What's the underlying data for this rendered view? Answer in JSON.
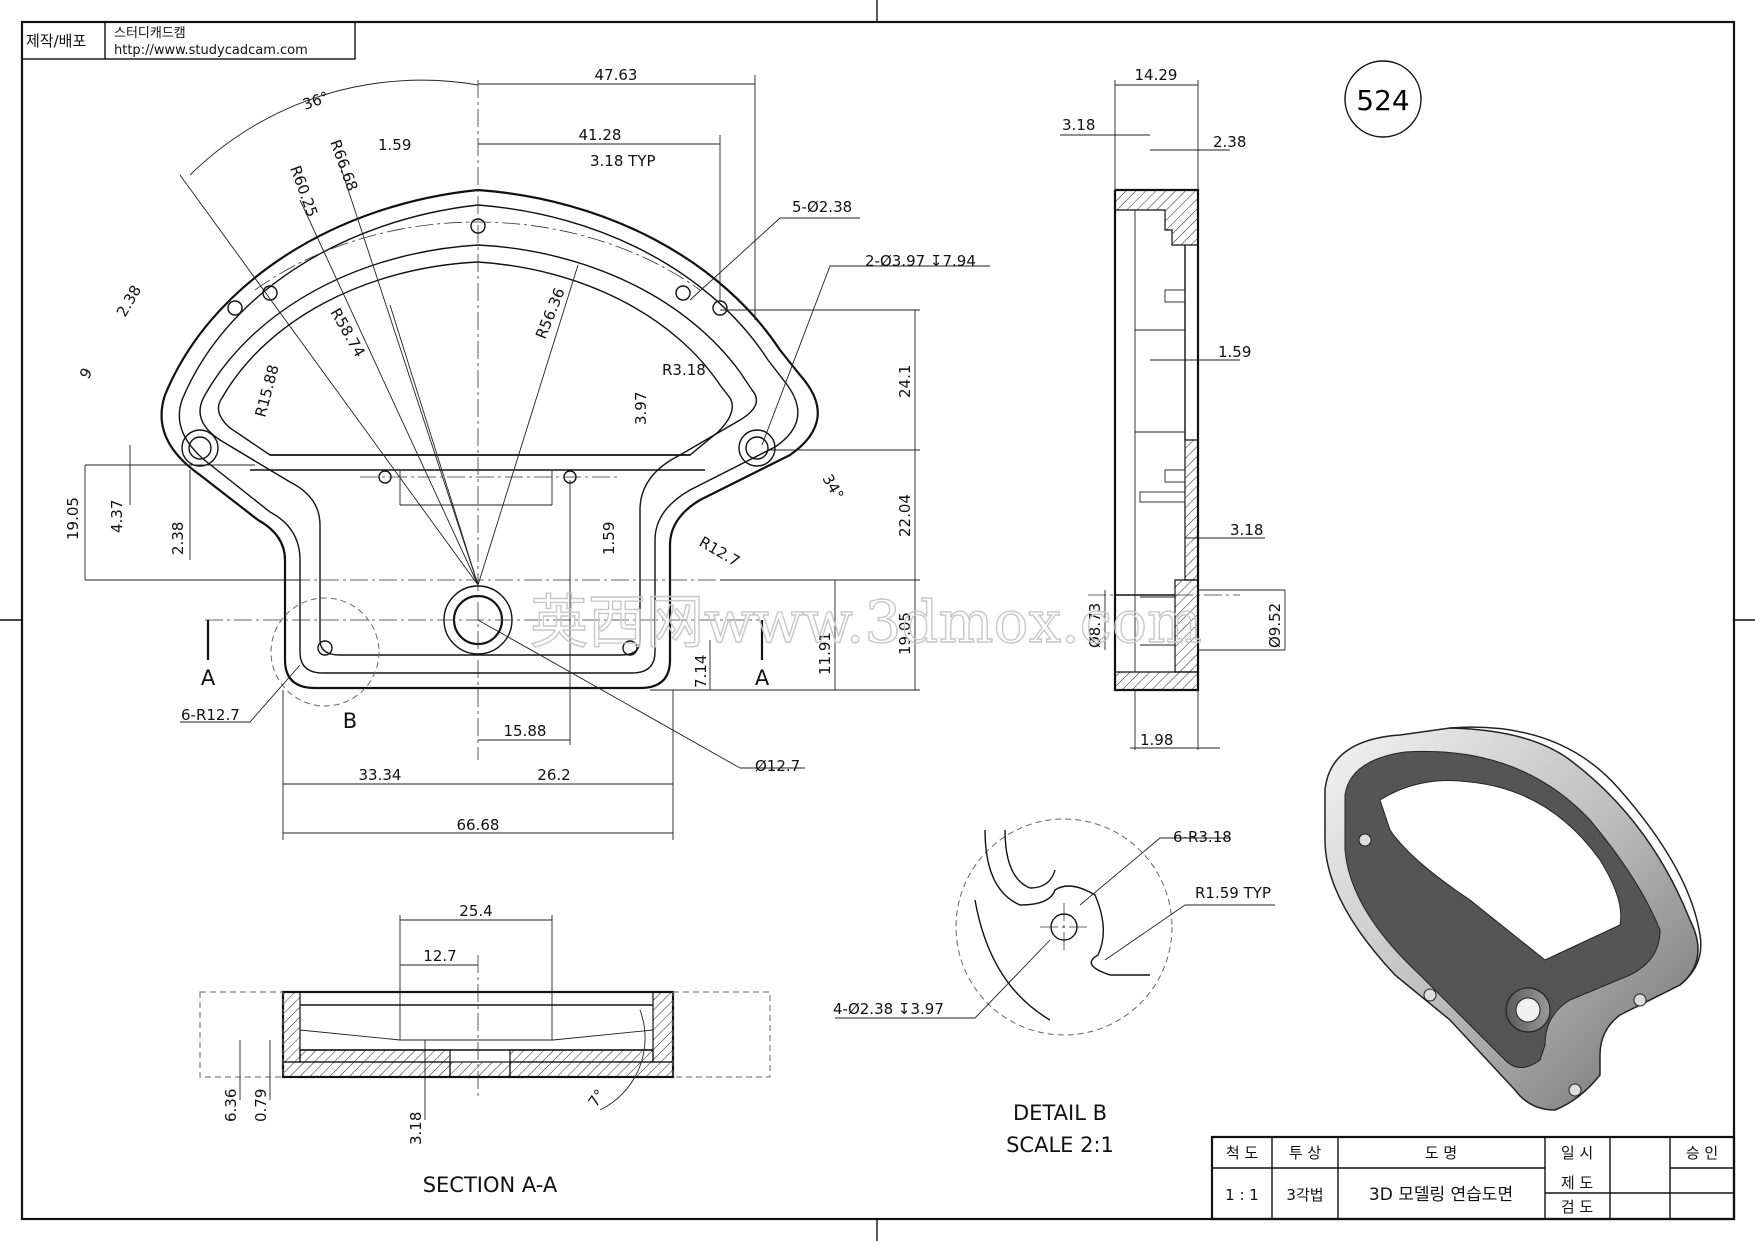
{
  "header": {
    "label": "제작/배포",
    "site_name": "스터디캐드캠",
    "url": "http://www.studycadcam.com"
  },
  "drawing_number": "524",
  "top_view": {
    "dims": {
      "d4763": "47.63",
      "d4128": "41.28",
      "d318typ": "3.18 TYP",
      "d159a": "1.59",
      "a36": "36°",
      "r6668": "R66.68",
      "r6025": "R60.25",
      "r5874": "R58.74",
      "r5636": "R56.36",
      "r1588": "R15.88",
      "r318": "R3.18",
      "r127": "R12.7",
      "d238a": "2.38",
      "d9": "9",
      "d1905a": "19.05",
      "d437": "4.37",
      "d238b": "2.38",
      "d397": "3.97",
      "d159b": "1.59",
      "n5d238": "5-Ø2.38",
      "n2d397": "2-Ø3.97 ↧7.94",
      "d241": "24.1",
      "d2204": "22.04",
      "a34": "34°",
      "d1905b": "19.05",
      "d1191": "11.91",
      "d714": "7.14",
      "n6r127": "6-R12.7",
      "d1588": "15.88",
      "d127": "Ø12.7",
      "d3334": "33.34",
      "d262": "26.2",
      "d6668": "66.68",
      "secA": "A",
      "secA2": "A",
      "detB": "B"
    }
  },
  "side_view": {
    "dims": {
      "d1429": "14.29",
      "d318a": "3.18",
      "d238": "2.38",
      "d159": "1.59",
      "d318b": "3.18",
      "d873": "Ø8.73",
      "d952": "Ø9.52",
      "d198": "1.98"
    }
  },
  "section_view": {
    "title": "SECTION A-A",
    "dims": {
      "d254": "25.4",
      "d127": "12.7",
      "d636": "6.36",
      "d079": "0.79",
      "d318": "3.18",
      "a7": "7°"
    }
  },
  "detail_view": {
    "title": "DETAIL B",
    "scale": "SCALE 2:1",
    "dims": {
      "n6r318": "6-R3.18",
      "r159typ": "R1.59 TYP",
      "n4d238": "4-Ø2.38 ↧3.97"
    }
  },
  "watermark": "英西网www.3dmox.com",
  "title_block": {
    "h_scale": "척 도",
    "h_proj": "투 상",
    "h_name": "도  명",
    "h_date": "일 시",
    "h_approve": "승 인",
    "scale": "1 : 1",
    "projection": "3각법",
    "name": "3D 모델링 연습도면",
    "drawn": "제 도",
    "checked": "검 도"
  }
}
